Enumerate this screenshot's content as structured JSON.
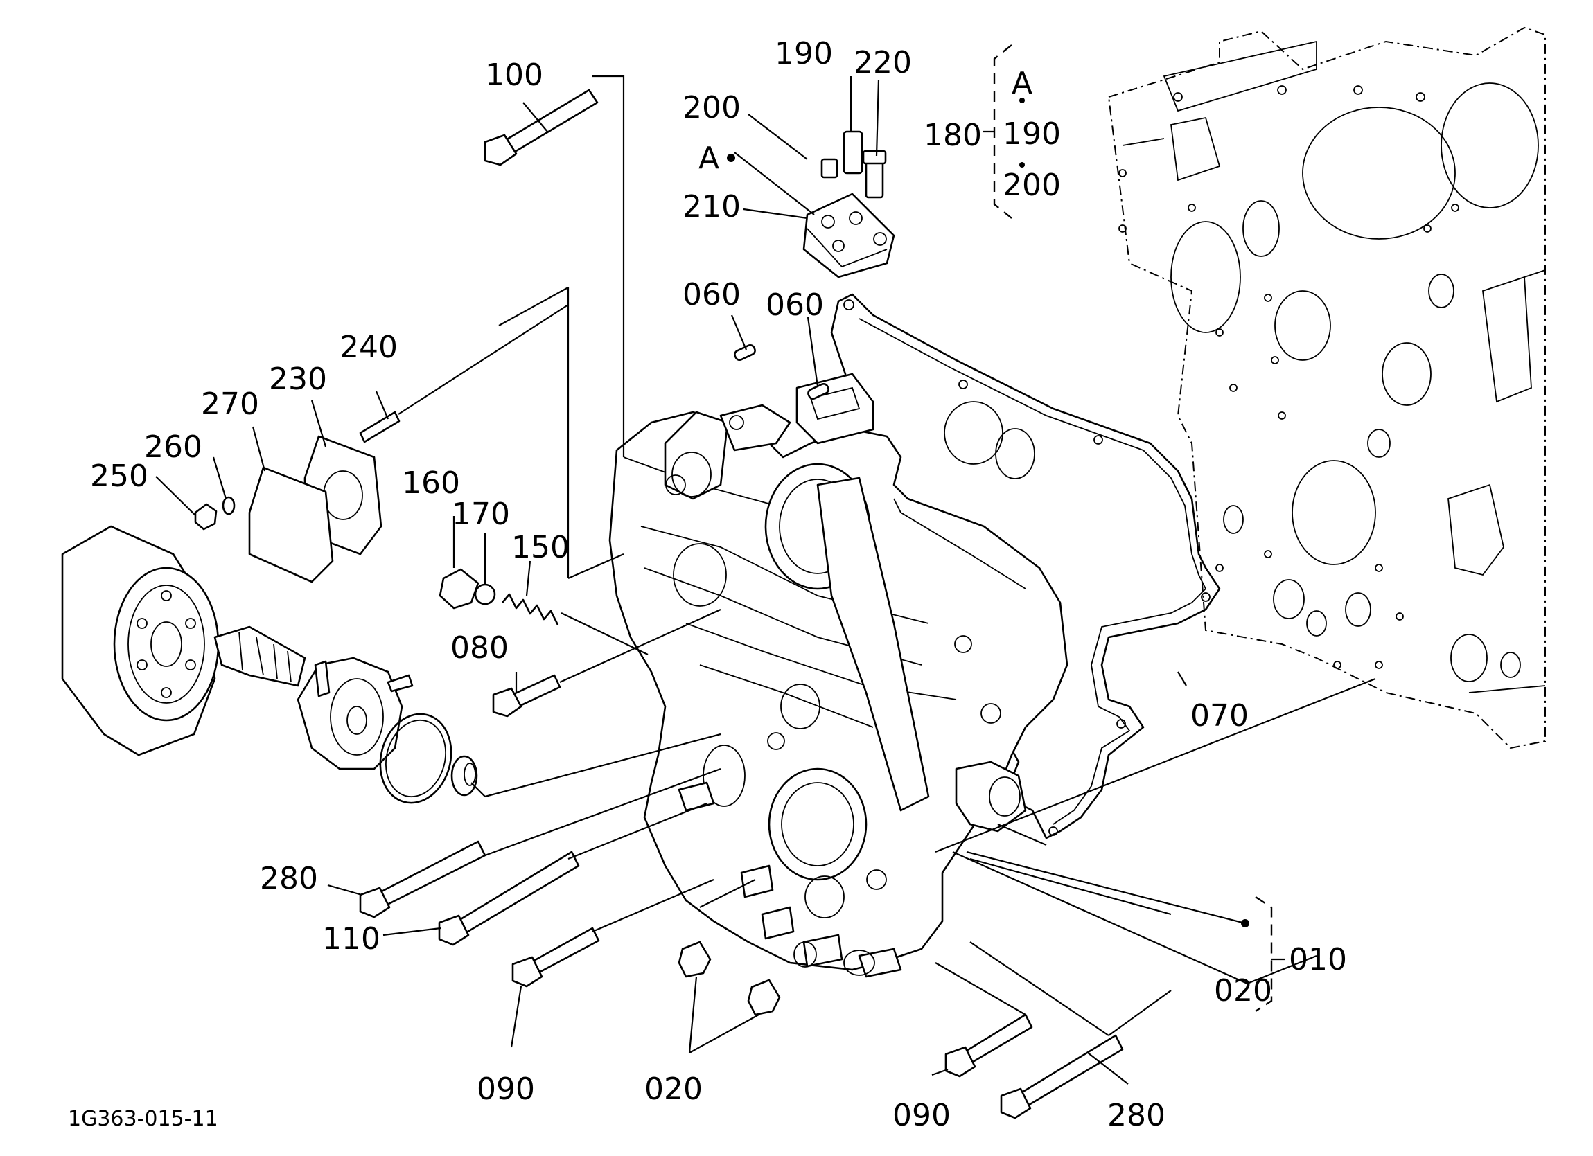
{
  "diagram": {
    "drawing_code": "1G363-015-11",
    "labels": {
      "p100": "100",
      "p190": "190",
      "p220": "220",
      "p200": "200",
      "p210": "210",
      "ref_a_main": "A",
      "ref_a_group": "A",
      "p180": "180",
      "g190": "190",
      "g200": "200",
      "p060a": "060",
      "p060b": "060",
      "p240": "240",
      "p230": "230",
      "p270": "270",
      "p260": "260",
      "p250": "250",
      "p160": "160",
      "p170": "170",
      "p150": "150",
      "p080": "080",
      "p070": "070",
      "p280a": "280",
      "p110": "110",
      "p090a": "090",
      "p020a": "020",
      "p090b": "090",
      "p280b": "280",
      "p020b": "020",
      "p010": "010"
    }
  }
}
